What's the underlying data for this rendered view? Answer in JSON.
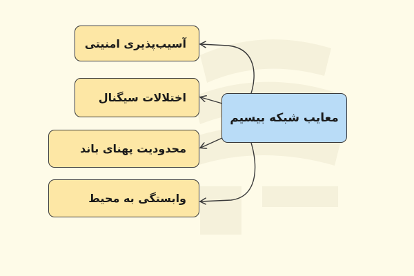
{
  "diagram": {
    "root": {
      "label": "معایب شبکه بیسیم"
    },
    "children": [
      {
        "label": "آسیب‌پذیری امنیتی"
      },
      {
        "label": "اختلالات سیگنال"
      },
      {
        "label": "محدودیت پهنای باند"
      },
      {
        "label": "وابستگی به محیط"
      }
    ]
  },
  "colors": {
    "background": "#fefbe8",
    "root_fill": "#b9dcf7",
    "leaf_fill": "#fde7a5",
    "stroke": "#3a3a3a"
  }
}
